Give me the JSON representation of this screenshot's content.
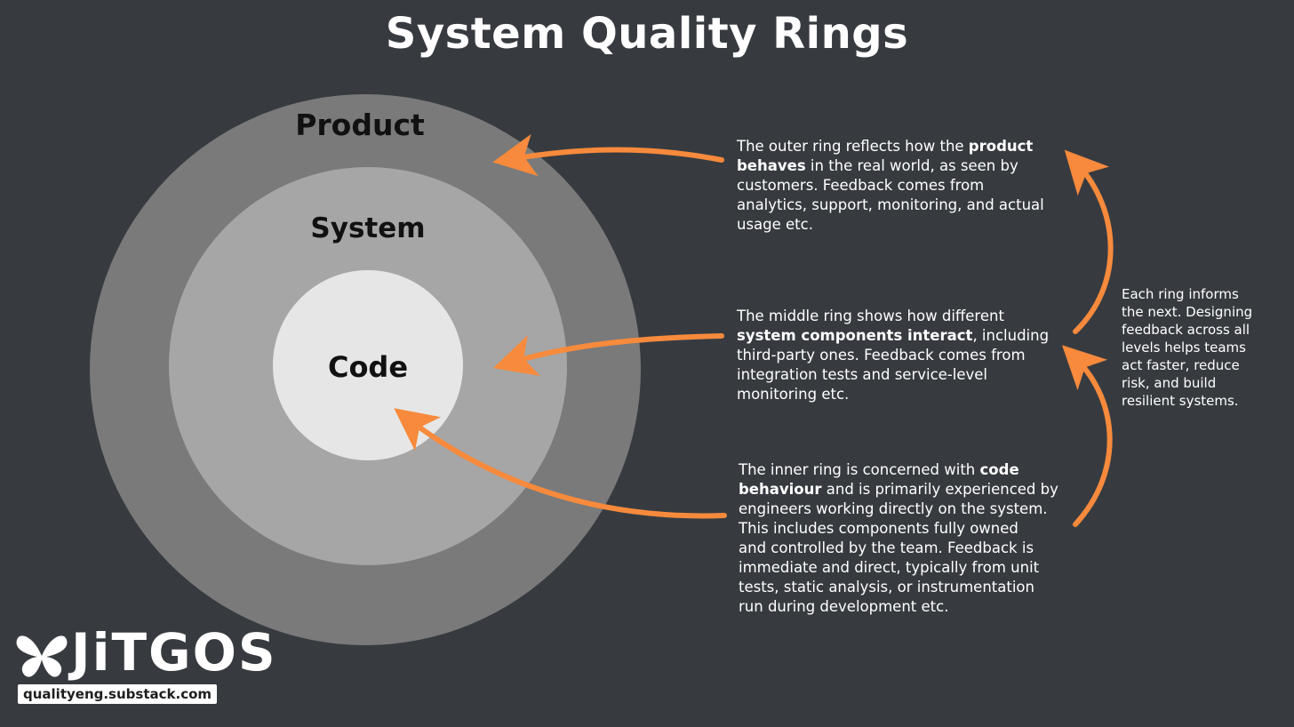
{
  "title": "System Quality Rings",
  "rings": {
    "outer": "Product",
    "middle": "System",
    "inner": "Code"
  },
  "descriptions": {
    "outer": {
      "before": "The outer ring reflects how the ",
      "bold": "product\nbehaves",
      "after": " in the real world, as seen by\ncustomers. Feedback comes from\nanalytics, support, monitoring, and actual\nusage etc."
    },
    "middle": {
      "before": "The middle ring shows how different\n",
      "bold": "system components interact",
      "after": ", including\nthird-party ones. Feedback comes from\nintegration tests and service-level\nmonitoring etc."
    },
    "inner": {
      "before": "The inner ring is concerned with ",
      "bold": "code\nbehaviour",
      "after": " and is primarily experienced by\nengineers working directly on the system.\nThis includes components fully owned\nand controlled by the team. Feedback is\nimmediate and direct, typically from unit\ntests, static analysis, or instrumentation\nrun during development etc."
    }
  },
  "side_note": "Each ring informs\nthe next. Designing\nfeedback across all\nlevels helps teams\nact faster, reduce\nrisk, and build\nresilient systems.",
  "logo": {
    "word": "JiTGOS",
    "url": "qualityeng.substack.com",
    "icon": "butterfly-icon"
  },
  "colors": {
    "background": "#373b40",
    "outer_ring": "#7a7a7a",
    "middle_ring": "#a6a6a6",
    "inner_ring": "#e6e6e6",
    "arrow": "#f78a3c"
  }
}
